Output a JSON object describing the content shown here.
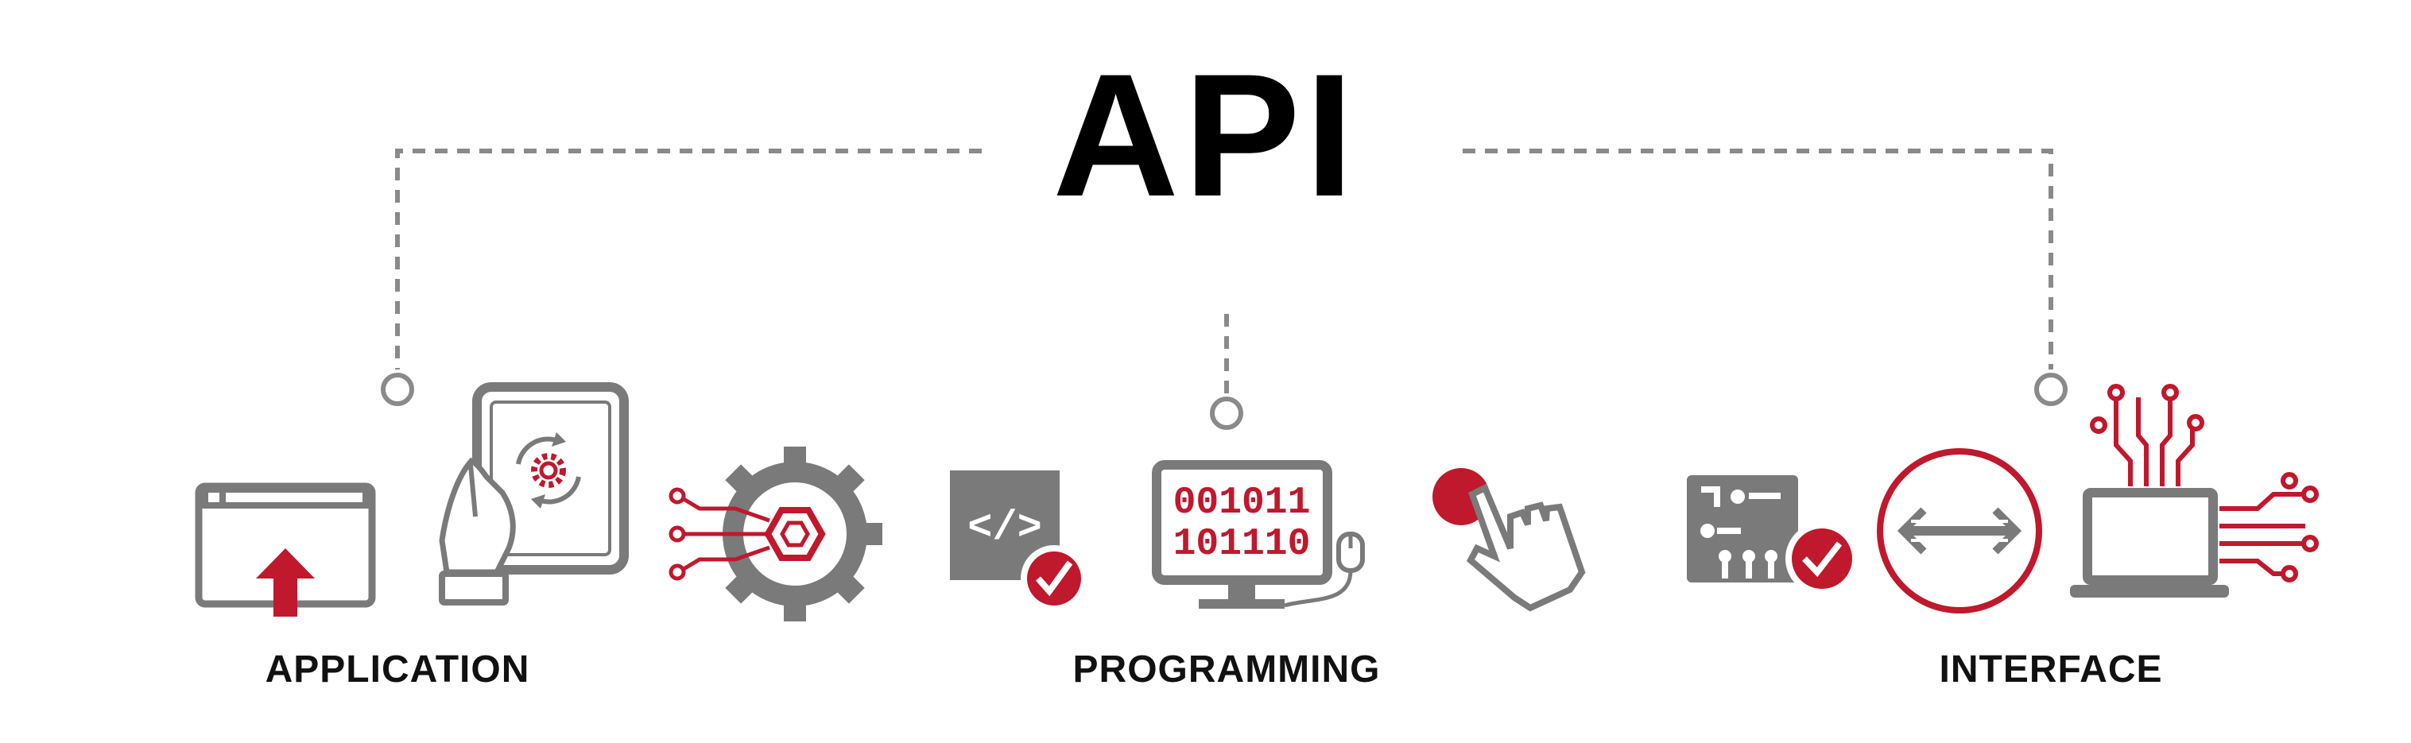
{
  "title": "API",
  "sections": [
    {
      "label": "APPLICATION"
    },
    {
      "label": "PROGRAMMING"
    },
    {
      "label": "INTERFACE"
    }
  ],
  "binary": {
    "line1": "001011",
    "line2": "101110"
  },
  "code_tag": "</>",
  "colors": {
    "accent": "#c0182c",
    "gray": "#7a7a7a",
    "dark": "#000000",
    "connector": "#8a8a8a"
  },
  "icons": [
    "browser-upload-icon",
    "tablet-hand-gear-icon",
    "circuit-gear-icon",
    "code-check-icon",
    "binary-monitor-icon",
    "pixel-hand-cursor-icon",
    "circuit-board-check-icon",
    "bidirectional-arrow-icon",
    "laptop-circuit-icon"
  ]
}
